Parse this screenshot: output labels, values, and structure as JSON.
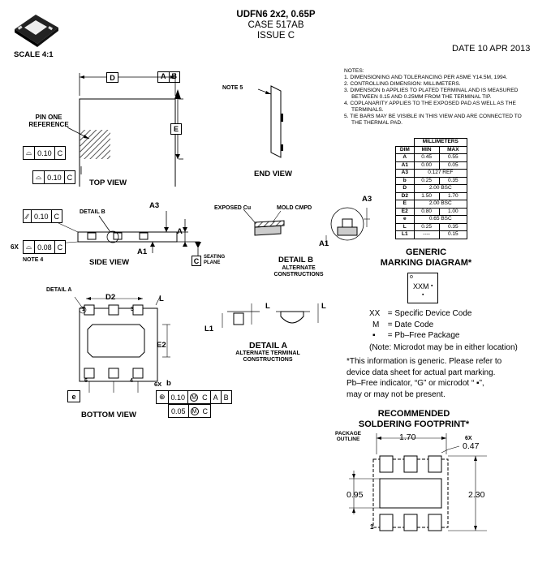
{
  "header": {
    "title": "UDFN6 2x2, 0.65P",
    "case": "CASE 517AB",
    "issue": "ISSUE C",
    "date": "DATE 10 APR 2013",
    "scale": "SCALE 4:1"
  },
  "notes": {
    "heading": "NOTES:",
    "items": [
      "1.  DIMENSIONING AND TOLERANCING PER ASME Y14.5M, 1994.",
      "2.  CONTROLLING DIMENSION: MILLIMETERS.",
      "3.  DIMENSION b APPLIES TO PLATED TERMINAL AND IS MEASURED",
      "     BETWEEN 0.15 AND 0.25MM FROM THE TERMINAL TIP.",
      "4.  COPLANARITY APPLIES TO THE EXPOSED PAD AS WELL AS THE",
      "     TERMINALS.",
      "5.  TIE BARS MAY BE VISIBLE IN THIS VIEW AND ARE CONNECTED TO",
      "     THE THERMAL PAD."
    ]
  },
  "dim_table": {
    "group_header": "MILLIMETERS",
    "columns": [
      "DIM",
      "MIN",
      "MAX"
    ],
    "rows": [
      [
        "A",
        "0.45",
        "0.55"
      ],
      [
        "A1",
        "0.00",
        "0.05"
      ],
      [
        "A3",
        "0.127 REF",
        ""
      ],
      [
        "b",
        "0.25",
        "0.35"
      ],
      [
        "D",
        "2.00 BSC",
        ""
      ],
      [
        "D2",
        "1.50",
        "1.70"
      ],
      [
        "E",
        "2.00 BSC",
        ""
      ],
      [
        "E2",
        "0.80",
        "1.00"
      ],
      [
        "e",
        "0.65 BSC",
        ""
      ],
      [
        "L",
        "0.25",
        "0.35"
      ],
      [
        "L1",
        "----",
        "0.15"
      ]
    ]
  },
  "top_view": {
    "title": "TOP VIEW",
    "pin_one_ref": "PIN ONE\nREFERENCE",
    "dim_d": "D",
    "dim_e": "E",
    "datum_a": "A",
    "datum_b": "B",
    "fcf1": [
      "0.10",
      "C"
    ],
    "fcf2": [
      "0.10",
      "C"
    ]
  },
  "end_view": {
    "title": "END VIEW",
    "note": "NOTE 5"
  },
  "side_view": {
    "title": "SIDE VIEW",
    "detail_b": "DETAIL B",
    "fcf_parallel": [
      "0.10",
      "C"
    ],
    "fcf_flat": [
      "0.08",
      "C"
    ],
    "count": "6X",
    "note4": "NOTE 4",
    "a3": "A3",
    "a": "A",
    "a1": "A1",
    "datum_c": "C",
    "seating_plane": "SEATING\nPLANE"
  },
  "detail_b": {
    "title": "DETAIL B",
    "subtitle": "ALTERNATE\nCONSTRUCTIONS",
    "exposed_cu": "EXPOSED Cu",
    "mold_cmpd": "MOLD CMPD",
    "a3": "A3",
    "a1": "A1"
  },
  "bottom_view": {
    "title": "BOTTOM VIEW",
    "detail_a": "DETAIL A",
    "d2": "D2",
    "e2": "E2",
    "l": "L",
    "pin1": "1",
    "pin3": "3",
    "pin4": "4",
    "pin6": "6",
    "pitch": "e",
    "count_b": "6X",
    "b": "b",
    "fcf1": [
      "0.10",
      "M",
      "C",
      "A",
      "B"
    ],
    "fcf2": [
      "0.05",
      "M",
      "C"
    ]
  },
  "detail_a": {
    "title": "DETAIL A",
    "subtitle": "ALTERNATE TERMINAL\nCONSTRUCTIONS",
    "l": "L",
    "l1": "L1"
  },
  "marking": {
    "title": "GENERIC\nMARKING DIAGRAM*",
    "code": "XXM",
    "legend": [
      [
        "XX",
        "= Specific Device Code"
      ],
      [
        "M",
        "= Date Code"
      ],
      [
        "▪",
        "= Pb–Free Package"
      ]
    ],
    "note": "(Note: Microdot may be in either location)",
    "disclaimer": "*This information is generic. Please refer to\ndevice data sheet for actual part marking.\nPb–Free indicator, “G” or microdot “ ▪”,\nmay or may not be present."
  },
  "footprint": {
    "title": "RECOMMENDED\nSOLDERING FOOTPRINT*",
    "package_outline": "PACKAGE\nOUTLINE",
    "w": "1.70",
    "count": "6X",
    "pad": "0.47",
    "h1": "0.95",
    "h2": "2.30",
    "pin1": "1"
  }
}
